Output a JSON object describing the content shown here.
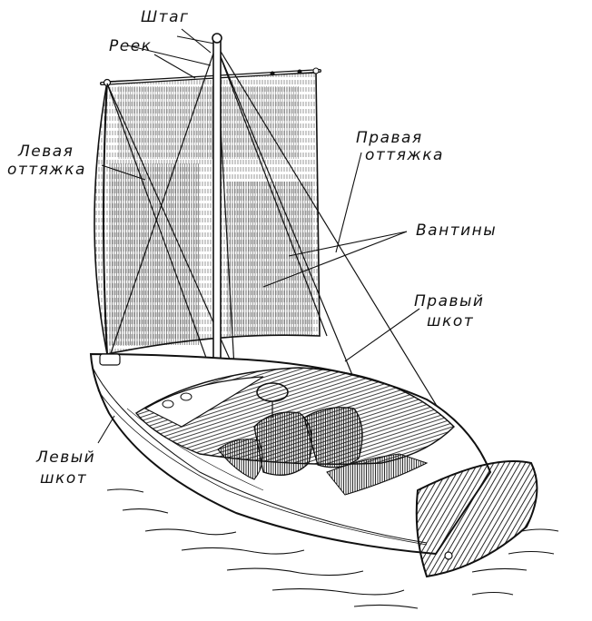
{
  "labels": {
    "stay": "Штаг",
    "yard": "Реек",
    "left_vang_line1": "Левая",
    "left_vang_line2": "оттяжка",
    "right_vang_line1": "Правая",
    "right_vang_line2": "оттяжка",
    "shrouds": "Вантины",
    "right_sheet_line1": "Правый",
    "right_sheet_line2": "шкот",
    "left_sheet_line1": "Левый",
    "left_sheet_line2": "шкот"
  },
  "colors": {
    "ink": "#111111",
    "paper": "#ffffff"
  }
}
